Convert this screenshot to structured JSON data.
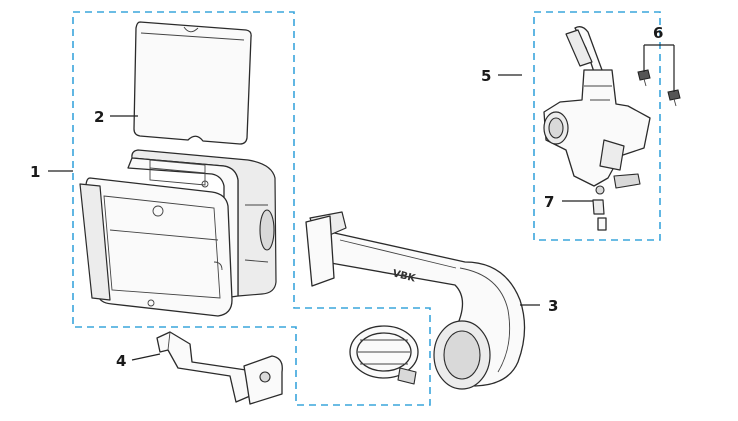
{
  "callouts": [
    {
      "id": "1",
      "text": "1"
    },
    {
      "id": "2",
      "text": "2"
    },
    {
      "id": "3",
      "text": "3"
    },
    {
      "id": "4",
      "text": "4"
    },
    {
      "id": "5",
      "text": "5"
    },
    {
      "id": "6",
      "text": "6"
    },
    {
      "id": "7",
      "text": "7"
    }
  ],
  "intake_tube": {
    "marking": "VBK"
  },
  "colors": {
    "dashed_outline": "#3aa5dc",
    "line_art": "#2b2b2b",
    "background": "#ffffff"
  }
}
